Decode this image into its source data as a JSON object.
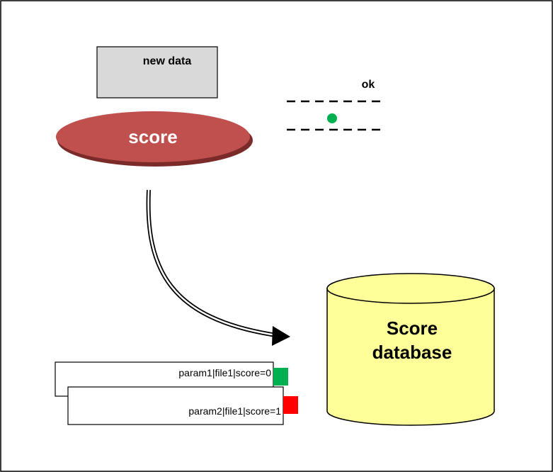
{
  "new_data": {
    "label": "new data"
  },
  "score_node": {
    "label": "score",
    "color": "#c0504d"
  },
  "status": {
    "label": "ok",
    "indicator_color": "#00b050"
  },
  "database": {
    "label_line1": "Score",
    "label_line2": "database",
    "fill": "#ffff99"
  },
  "records": [
    {
      "text": "param1|file1|score=0",
      "status_color": "#00b050"
    },
    {
      "text": "param2|file1|score=1",
      "status_color": "#ff0000"
    }
  ]
}
